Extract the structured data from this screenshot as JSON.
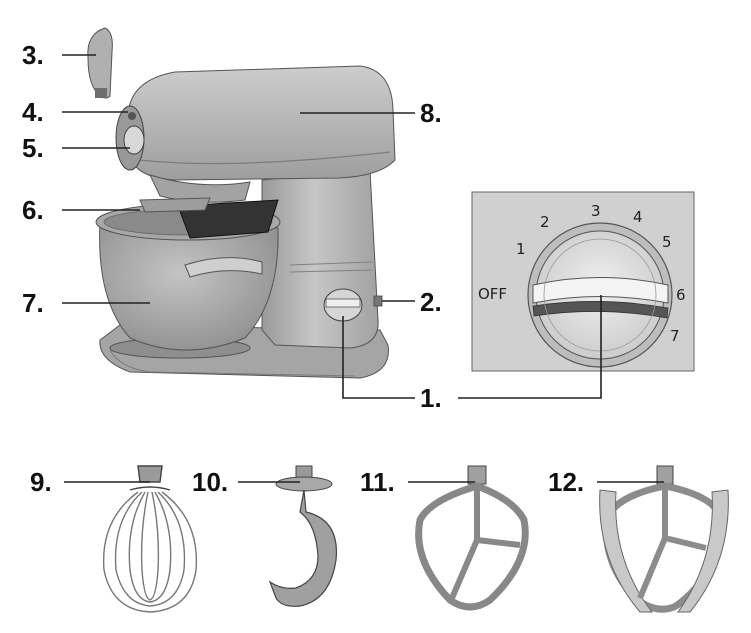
{
  "callouts": {
    "c1": "1.",
    "c2": "2.",
    "c3": "3.",
    "c4": "4.",
    "c5": "5.",
    "c6": "6.",
    "c7": "7.",
    "c8": "8.",
    "c9": "9.",
    "c10": "10.",
    "c11": "11.",
    "c12": "12."
  },
  "dial": {
    "off": "OFF",
    "s1": "1",
    "s2": "2",
    "s3": "3",
    "s4": "4",
    "s5": "5",
    "s6": "6",
    "s7": "7"
  },
  "colors": {
    "body": "#b4b4b4",
    "body_dark": "#8f8f8f",
    "panel": "#d2d2d2",
    "line": "#222222"
  }
}
